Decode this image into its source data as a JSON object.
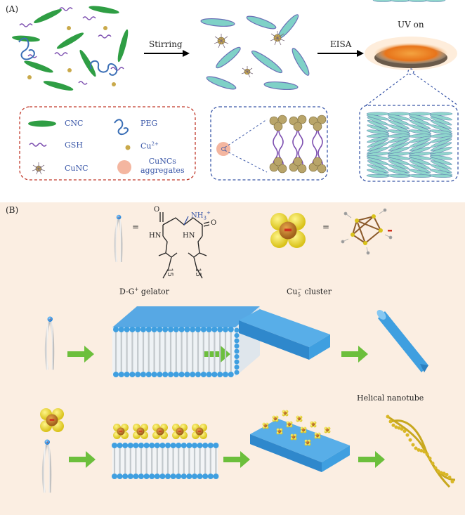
{
  "panel_a": {
    "label": "(A)",
    "step1": "Stirring",
    "step2": "EISA",
    "uv_label": "UV on",
    "legend": {
      "cnc": "CNC",
      "peg": "PEG",
      "gsh": "GSH",
      "cu": "Cu",
      "cu_sup": "2+",
      "cunc": "CuNC",
      "agg1": "CuNCs",
      "agg2": "aggregates"
    }
  },
  "panel_b": {
    "label": "(B)",
    "nh3": "NH",
    "nh3_sub": "3",
    "nh3_sup": "+",
    "o1": "O",
    "o2": "O",
    "hn1": "HN",
    "hn2": "HN",
    "n15a": "15",
    "n15b": "15",
    "eq1": "=",
    "eq2": "=",
    "gelator": "D-G",
    "gelator_sup": "+",
    "gelator_rest": " gelator",
    "cluster": "Cu",
    "cluster_sub": "5",
    "cluster_sup": "−",
    "cluster_rest": " cluster",
    "helical": "Helical nanotube"
  },
  "colors": {
    "cnc_green": "#2f9e44",
    "peg_blue": "#3b6fb6",
    "gsh_purple": "#7d4fb0",
    "cu_gold": "#c9a94a",
    "arrow_green": "#6cbf3c",
    "ribbon_blue": "#3f9fe0",
    "film_orange": "#e8741a",
    "legend_red": "#c0392b",
    "legend_blue": "#3a57a8"
  }
}
